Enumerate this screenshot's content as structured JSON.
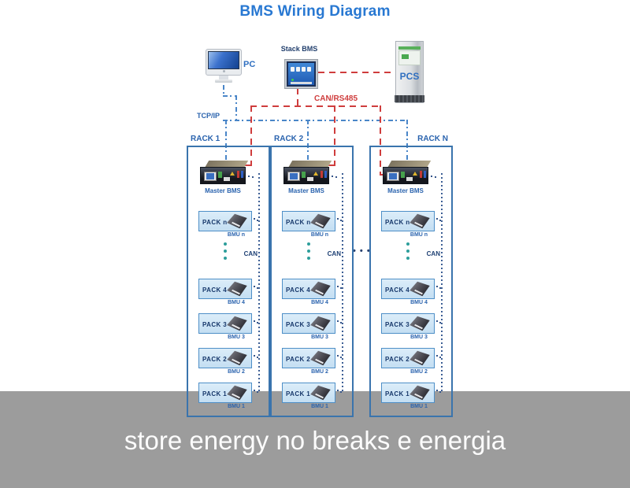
{
  "title": "BMS Wiring Diagram",
  "caption": "store energy no breaks e energia",
  "top_devices": {
    "pc_label": "PC",
    "stack_bms_label": "Stack BMS",
    "pcs_label": "PCS"
  },
  "bus_labels": {
    "tcpip": "TCP/IP",
    "can_rs485": "CAN/RS485"
  },
  "rack_ellipsis": "• • •",
  "racks": [
    {
      "label": "RACK 1",
      "master_label": "Master BMS",
      "can_label": "CAN",
      "packs": [
        {
          "pack": "PACK n",
          "bmu": "BMU n"
        },
        {
          "pack": "PACK 4",
          "bmu": "BMU 4"
        },
        {
          "pack": "PACK 3",
          "bmu": "BMU 3"
        },
        {
          "pack": "PACK 2",
          "bmu": "BMU 2"
        },
        {
          "pack": "PACK 1",
          "bmu": "BMU 1"
        }
      ]
    },
    {
      "label": "RACK 2",
      "master_label": "Master BMS",
      "can_label": "CAN",
      "packs": [
        {
          "pack": "PACK n",
          "bmu": "BMU n"
        },
        {
          "pack": "PACK 4",
          "bmu": "BMU 4"
        },
        {
          "pack": "PACK 3",
          "bmu": "BMU 3"
        },
        {
          "pack": "PACK 2",
          "bmu": "BMU 2"
        },
        {
          "pack": "PACK 1",
          "bmu": "BMU 1"
        }
      ]
    },
    {
      "label": "RACK N",
      "master_label": "Master BMS",
      "can_label": "CAN",
      "packs": [
        {
          "pack": "PACK n",
          "bmu": "BMU n"
        },
        {
          "pack": "PACK 4",
          "bmu": "BMU 4"
        },
        {
          "pack": "PACK 3",
          "bmu": "BMU 3"
        },
        {
          "pack": "PACK 2",
          "bmu": "BMU 2"
        },
        {
          "pack": "PACK 1",
          "bmu": "BMU 1"
        }
      ]
    }
  ],
  "colors": {
    "title_blue": "#2878d2",
    "wire_blue": "#4a86c8",
    "wire_red": "#cf3d3d",
    "rack_border": "#3a74ad",
    "pack_fill": "#cfe4f5",
    "gray_band": "#9c9c9c"
  }
}
